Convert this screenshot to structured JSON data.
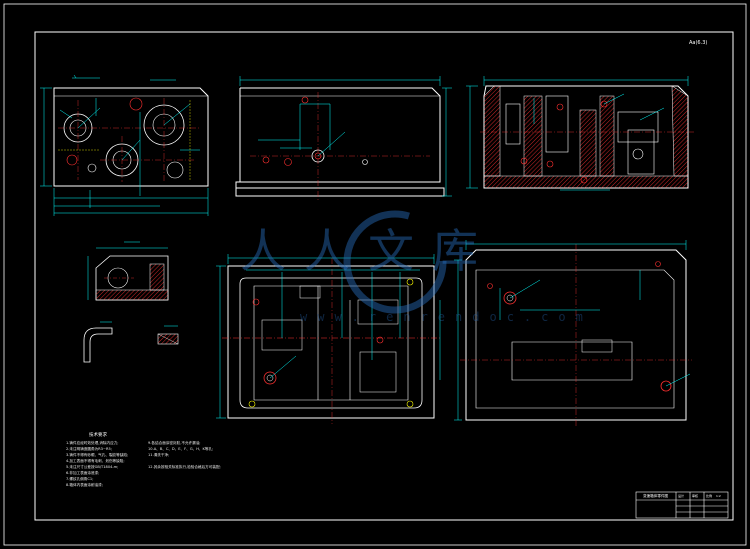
{
  "sheet_tag": "Aa(6.3)",
  "watermark": {
    "text": "人人文库",
    "url": "www.renrendoc.com"
  },
  "notes": {
    "heading": "技术要求",
    "lines": [
      "1.铸件应经时效处理,消除内应力;",
      "2.未注明铸造圆角为R3~R5;",
      "3.铸件不得有砂眼、气孔、裂纹等缺陷;",
      "4.加工表面不得有毛刺、划伤等缺陷;",
      "5.未注尺寸公差按GB/T1804-m;",
      "6.非加工表面涂底漆;",
      "7.螺纹孔倒角C1;",
      "8.箱体内表面涂耐油漆;"
    ],
    "lines_right": [
      "9.各结合面涂密封胶,不允许漏油;",
      "10.A、B、C、D、E、F、G、H、K等孔;",
      "11.清洗干净;",
      "12.其余按相关标准执行,检验合格后方可装配;"
    ]
  },
  "title_block": {
    "title": "变速箱体零件图",
    "cells": [
      "设计",
      "审核",
      "比例",
      "1:2"
    ]
  },
  "colors": {
    "background": "#000000",
    "outline": "#ffffff",
    "dimension": "#00ffff",
    "center": "#ff3030",
    "hatch": "#ff3030",
    "hidden": "#ffff00",
    "watermark": "#2a6ebe"
  }
}
